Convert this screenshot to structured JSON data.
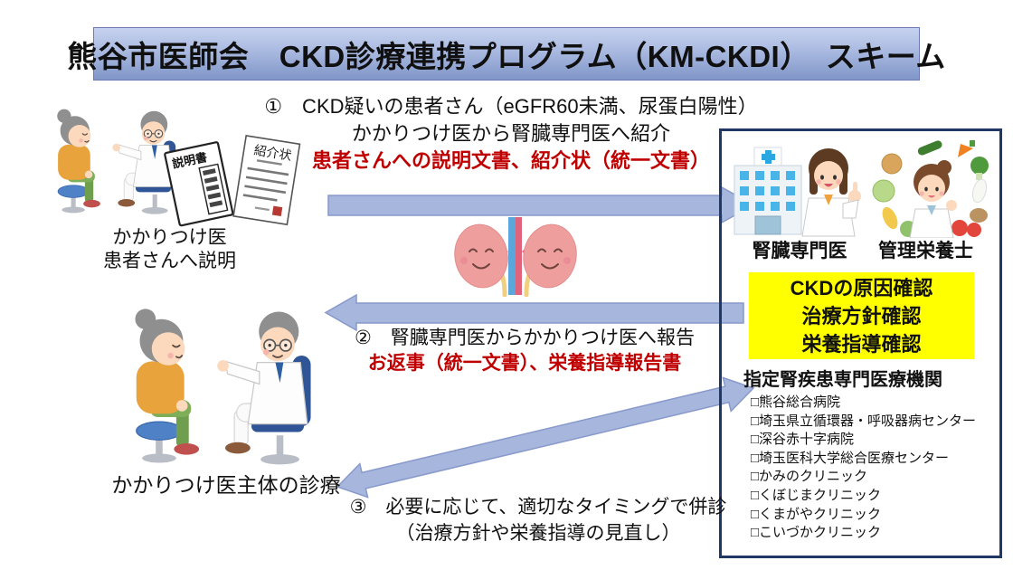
{
  "title": "熊谷市医師会　CKD診療連携プログラム（KM-CKDI）　スキーム",
  "step1": {
    "line1": "①　CKD疑いの患者さん（eGFR60未満、尿蛋白陽性）",
    "line2": "かかりつけ医から腎臓専門医へ紹介",
    "line3": "患者さんへの説明文書、紹介状（統一文書）"
  },
  "step2": {
    "line1": "②　腎臓専門医からかかりつけ医へ報告",
    "line2": "お返事（統一文書）、栄養指導報告書"
  },
  "step3": {
    "line1": "③　必要に応じて、適切なタイミングで併診",
    "line2": "（治療方針や栄養指導の見直し）"
  },
  "left": {
    "top_caption1": "かかりつけ医",
    "top_caption2": "患者さんへ説明",
    "bottom_caption": "かかりつけ医主体の診療",
    "doc_explain": "説明書",
    "doc_referral": "紹介状"
  },
  "right_panel": {
    "specialist_label": "腎臓専門医",
    "dietitian_label": "管理栄養士",
    "highlight_lines": [
      "CKDの原因確認",
      "治療方針確認",
      "栄養指導確認"
    ],
    "facilities_heading": "指定腎疾患専門医療機関",
    "facilities": [
      "□熊谷総合病院",
      "□埼玉県立循環器・呼吸器病センター",
      "□深谷赤十字病院",
      "□埼玉医科大学総合医療センター",
      "□かみのクリニック",
      "□くぼじまクリニック",
      "□くまがやクリニック",
      "□こいづかクリニック"
    ]
  },
  "colors": {
    "arrow_fill": "#a7b6dc",
    "arrow_stroke": "#8799cb",
    "banner_top": "#c6d2ee",
    "banner_bottom": "#8096c8",
    "panel_border": "#1f3864",
    "highlight_bg": "#ffff00",
    "red_text": "#c00000"
  }
}
